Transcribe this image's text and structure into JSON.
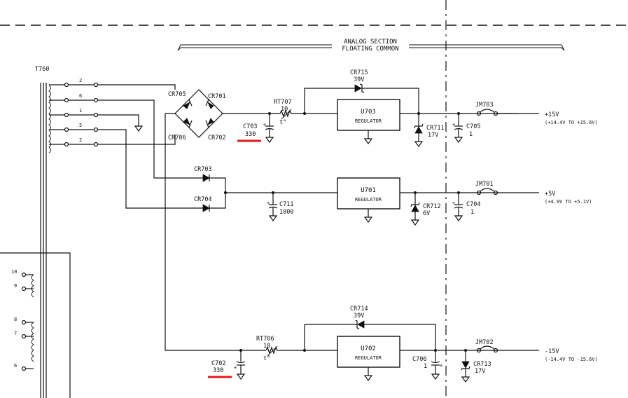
{
  "section": {
    "line1": "ANALOG SECTION",
    "line2": "FLOATING COMMON"
  },
  "transformer": {
    "label": "T760",
    "taps": [
      "2",
      "6",
      "1",
      "5",
      "2"
    ],
    "secondary_pins": [
      "10",
      "9",
      "8",
      "7",
      "6"
    ]
  },
  "bridge": {
    "cr705": "CR705",
    "cr701": "CR701",
    "cr706": "CR706",
    "cr702": "CR702"
  },
  "rail_15": {
    "cap_label": "C703",
    "cap_value": "330",
    "rt_label": "RT707",
    "rt_value": "10",
    "rt_temp": "t°",
    "zener_label": "CR715",
    "zener_value": "39V",
    "reg_name": "U703",
    "reg_sub": "REGULATOR",
    "out_zener_label": "CR711",
    "out_zener_value": "17V",
    "out_cap_label": "C705",
    "out_cap_value": "1",
    "jumper": "JM703",
    "voltage": "+15V",
    "range": "(+14.4V TO +15.6V)"
  },
  "rail_5": {
    "d1": "CR703",
    "d2": "CR704",
    "cap_label": "C711",
    "cap_value": "1000",
    "reg_name": "U701",
    "reg_sub": "REGULATOR",
    "zener_label": "CR712",
    "zener_value": "6V",
    "out_cap_label": "C704",
    "out_cap_value": "1",
    "jumper": "JM701",
    "voltage": "+5V",
    "range": "(+4.9V TO +5.1V)"
  },
  "rail_neg15": {
    "cap_label": "C702",
    "cap_value": "330",
    "rt_label": "RT706",
    "rt_value": "10",
    "rt_temp": "t°",
    "zener_label": "CR714",
    "zener_value": "39V",
    "reg_name": "U702",
    "reg_sub": "REGULATOR",
    "out_cap_label": "C706",
    "out_cap_value": "1",
    "out_zener_label": "CR713",
    "out_zener_value": "17V",
    "jumper": "JM702",
    "voltage": "-15V",
    "range": "(-14.4V TO -15.6V)"
  },
  "colors": {
    "ink": "#111111",
    "highlight": "#e31b1b"
  }
}
